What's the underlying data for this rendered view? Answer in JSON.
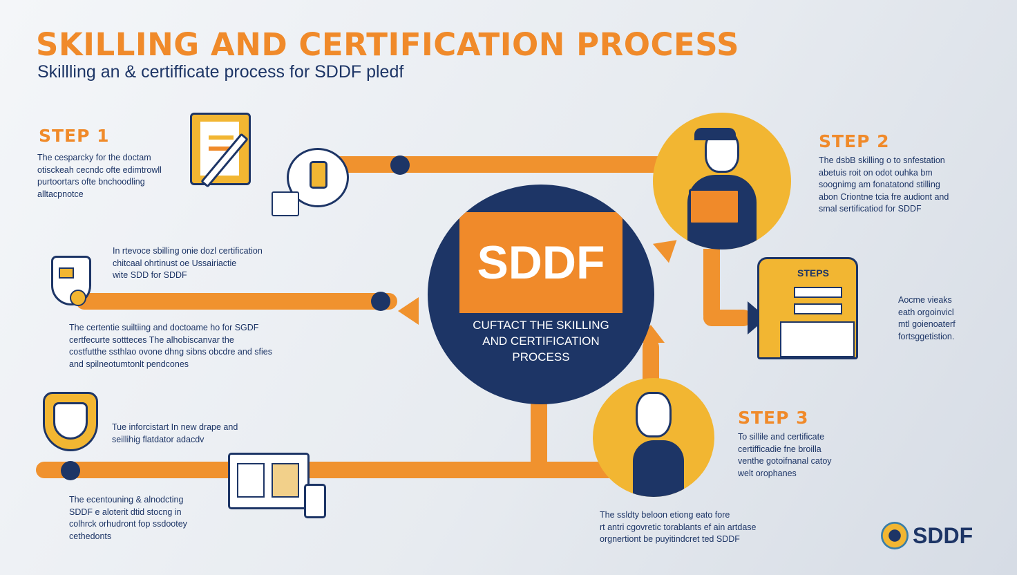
{
  "header": {
    "title": "SKILLING AND CERTIFICATION PROCESS",
    "subtitle": "Skillling an & certifficate process for SDDF pledf"
  },
  "step1": {
    "label": "STEP  1",
    "text": "The cesparcky for the doctam\notisckeah cecndc ofte edimtrowll\npurtoortars ofte bnchoodling\nalltacpnotce"
  },
  "mid_left": {
    "text_top": "In rtevoce sbilling onie dozl certification\nchitcaal ohrtinust oe Ussairiactie\nwite SDD for SDDF",
    "text_bottom": "The certentie suiltiing and doctoame ho for SGDF\ncertfecurte sottteces The alhobiscanvar the\ncostfutthe ssthlao ovone dhng sibns obcdre and sfies\nand spilneotumtonlt pendcones"
  },
  "lower_left": {
    "text_top": "Tue inforcistart In new drape and\nseillihig flatdator adacdv",
    "text_bottom": "The ecentouning & alnodcting\nSDDF e aloterit dtid stocng in\ncolhrck orhudront fop ssdootey\ncethedonts"
  },
  "center": {
    "logo": "SDDF",
    "caption": "CUFTACT THE SKILLING\nAND CERTIFICATION\nPROCESS"
  },
  "step2": {
    "label": "STEP  2",
    "text": "The dsbB skilling o to snfestation\nabetuis roit on odot ouhka bm\nsoognimg am fonatatond stilling\nabon Criontne tcia fre audiont and\nsmal sertificatiod for SDDF",
    "steps_card": "STEPS",
    "side_text": "Aocme vieaks\neath orgoinvicl\nmtl goienoaterf\nfortsggetistion."
  },
  "step3": {
    "label": "STEP   3",
    "text": "To sillile and certificate\ncertifficadie fne broilla\nventhe gotoifnanal catoy\nwelt orophanes",
    "bottom_text": "The ssldty beloon etiong eato fore\nrt antri cgovretic torablants ef ain artdase\norgnertiont be puyitindcret ted SDDF"
  },
  "footer": {
    "logo": "SDDF"
  },
  "colors": {
    "orange": "#f08a2a",
    "navy": "#1d3566",
    "yellow": "#f2b632"
  }
}
